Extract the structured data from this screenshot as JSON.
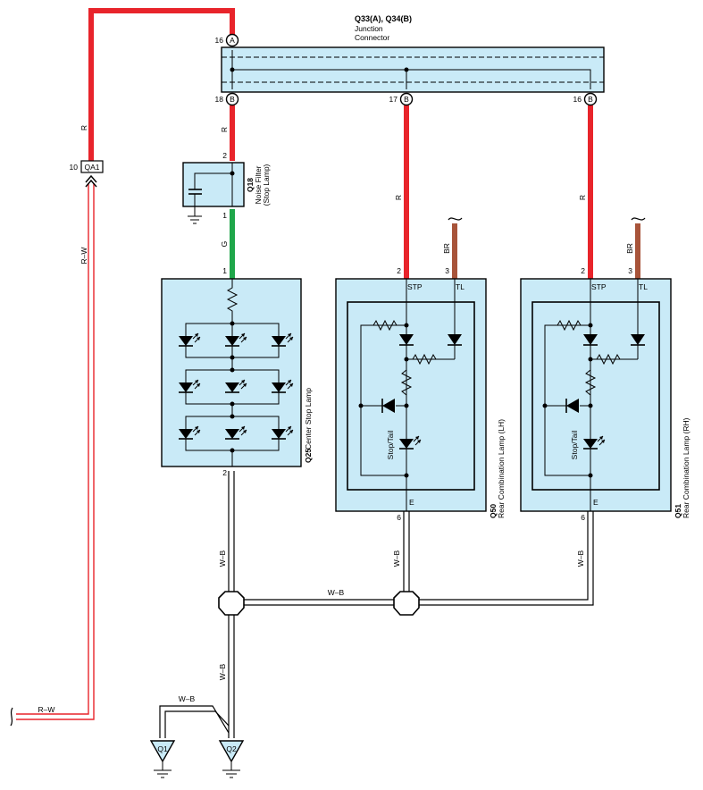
{
  "colors": {
    "red_wire": "#e8242b",
    "green_wire": "#1fa64a",
    "brown_wire": "#a8543a",
    "component_fill": "#c9eaf7",
    "line": "#000000"
  },
  "junction_connector": {
    "id": "Q33(A), Q34(B)",
    "name_line1": "Junction",
    "name_line2": "Connector",
    "pin_a": "16",
    "connector_a": "A",
    "pins_b": [
      "18",
      "17",
      "16"
    ],
    "connector_b": "B"
  },
  "connector_qa1": {
    "id": "QA1",
    "pin": "10"
  },
  "noise_filter": {
    "id": "Q18",
    "name_line1": "Noise Filter",
    "name_line2": "(Stop Lamp)",
    "pin_top": "2",
    "pin_bottom": "1"
  },
  "center_stop_lamp": {
    "id": "Q25",
    "name": "Center Stop Lamp",
    "pin_top": "1",
    "pin_bottom": "2"
  },
  "rear_lamp_lh": {
    "id": "Q50",
    "name": "Rear Combination Lamp (LH)",
    "pin_stp": "2",
    "pin_tl": "3",
    "pin_e": "6",
    "label_stp": "STP",
    "label_tl": "TL",
    "label_e": "E",
    "bulb_label": "Stop/Tail"
  },
  "rear_lamp_rh": {
    "id": "Q51",
    "name": "Rear Combination Lamp (RH)",
    "pin_stp": "2",
    "pin_tl": "3",
    "pin_e": "6",
    "label_stp": "STP",
    "label_tl": "TL",
    "label_e": "E",
    "bulb_label": "Stop/Tail"
  },
  "wire_labels": {
    "r": "R",
    "g": "G",
    "br": "BR",
    "rw": "R–W",
    "wb": "W–B"
  },
  "grounds": {
    "q1": "Q1",
    "q2": "Q2"
  }
}
